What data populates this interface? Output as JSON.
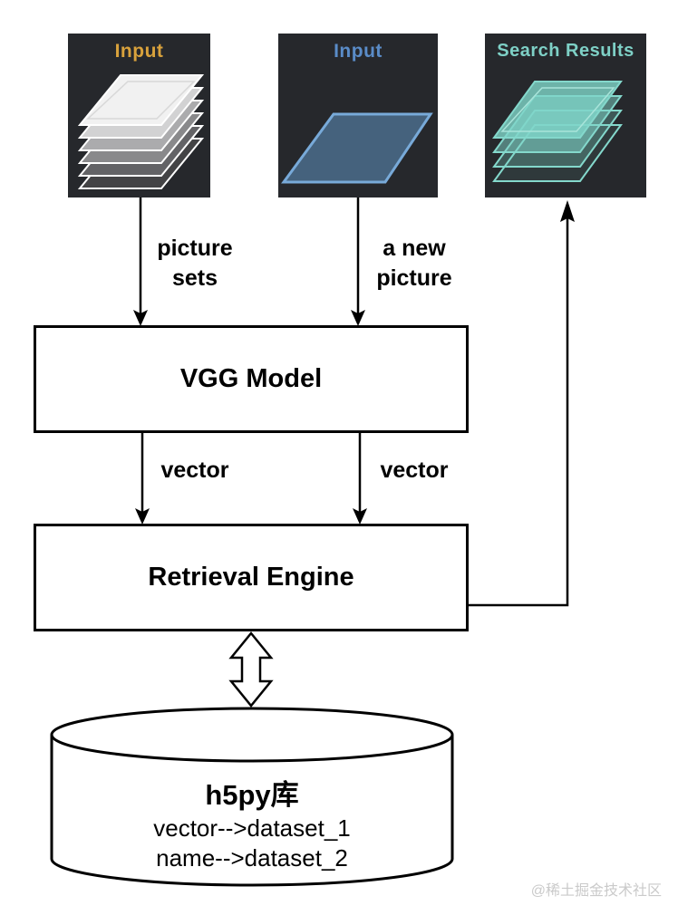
{
  "colors": {
    "page_background": "#ffffff",
    "tile_background": "#26282c",
    "picture_sets_title": "#d9a23c",
    "new_picture_title": "#5a8cc8",
    "search_results_title": "#7ed0c6",
    "white_sheet_stroke": "#ffffff",
    "blue_sheet_fill": "#45627d",
    "blue_sheet_stroke": "#78aad9",
    "teal_sheet_stroke": "#84d8cc",
    "connector_line": "#000000",
    "box_border": "#000000",
    "watermark_text": "#cacaca"
  },
  "tiles": {
    "picture_sets": {
      "title": "Input"
    },
    "new_picture": {
      "title": "Input"
    },
    "search_results": {
      "title": "Search Results"
    }
  },
  "edge_labels": {
    "picture_sets_line1": "picture",
    "picture_sets_line2": "sets",
    "new_picture_line1": "a new",
    "new_picture_line2": "picture",
    "vector_left": "vector",
    "vector_right": "vector"
  },
  "nodes": {
    "vgg_model": {
      "label": "VGG Model"
    },
    "retrieval_engine": {
      "label": "Retrieval Engine"
    },
    "database": {
      "title": "h5py库",
      "mapping_1": "vector-->dataset_1",
      "mapping_2": "name-->dataset_2"
    }
  },
  "watermark": "@稀土掘金技术社区"
}
